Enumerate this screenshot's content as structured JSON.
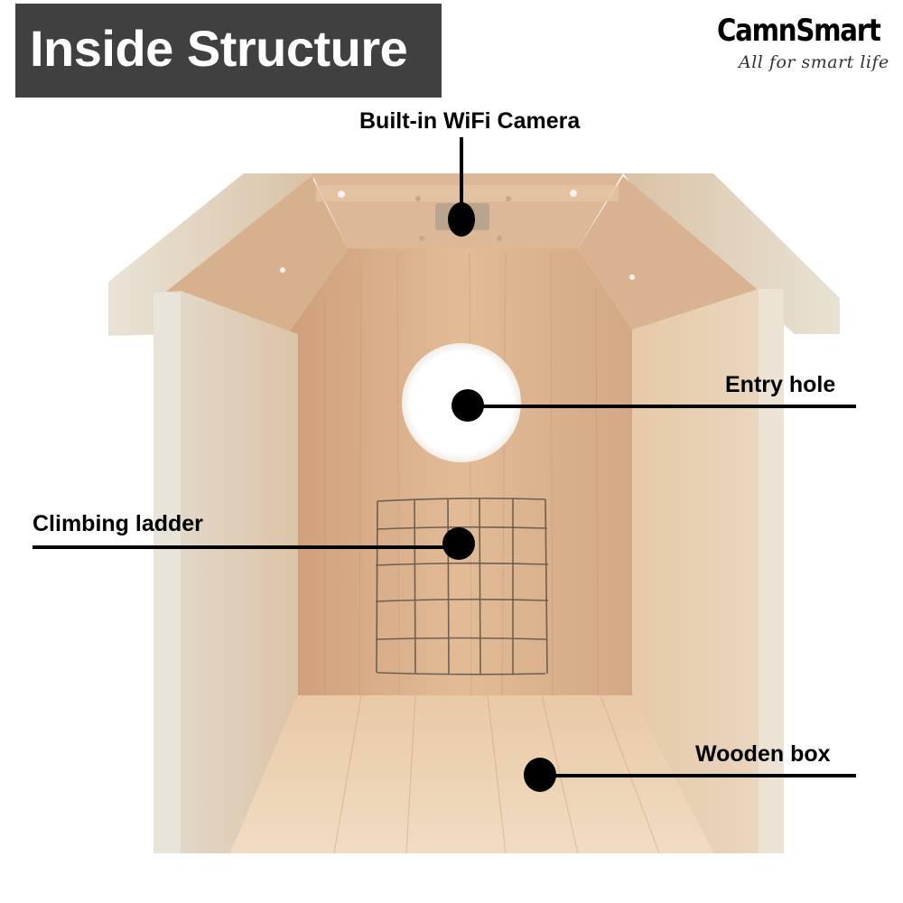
{
  "header": {
    "title": "Inside Structure",
    "brand_name": "CamnSmart",
    "brand_tagline": "All for smart life"
  },
  "callouts": [
    {
      "id": "camera",
      "label": "Built-in WiFi Camera"
    },
    {
      "id": "entry-hole",
      "label": "Entry hole"
    },
    {
      "id": "ladder",
      "label": "Climbing ladder"
    },
    {
      "id": "box",
      "label": "Wooden box"
    }
  ],
  "colors": {
    "title_bg": "#404040",
    "wood_light": "#e8cdb0",
    "wood_mid": "#dcb491",
    "wood_dark": "#c99a76",
    "marker": "#000000"
  }
}
